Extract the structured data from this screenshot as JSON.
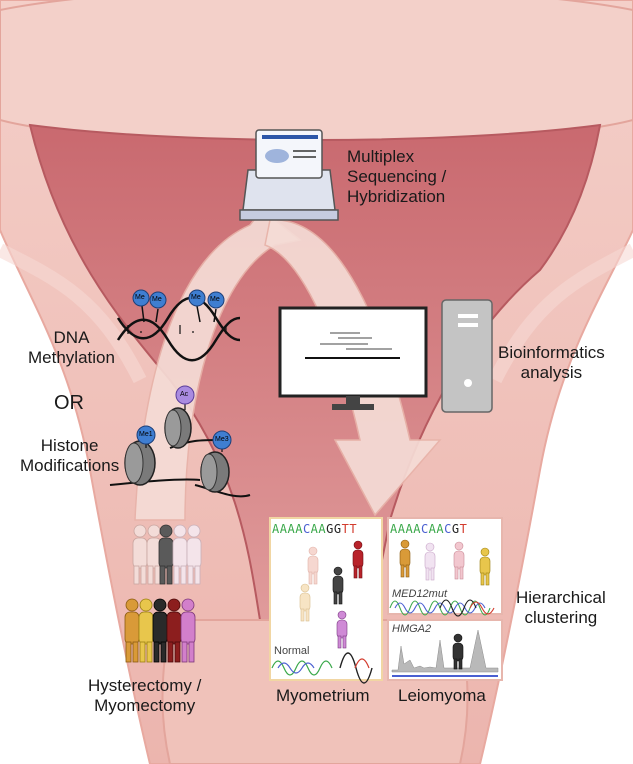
{
  "labels": {
    "sequencing": [
      "Multiplex",
      "Sequencing /",
      "Hybridization"
    ],
    "bioinformatics": [
      "Bioinformatics",
      "analysis"
    ],
    "dna_methylation": [
      "DNA",
      "Methylation"
    ],
    "or": "OR",
    "histone": [
      "Histone",
      "Modifications"
    ],
    "surgery": [
      "Hysterectomy /",
      "Myomectomy"
    ],
    "clustering": [
      "Hierarchical",
      "clustering"
    ],
    "myometrium": "Myometrium",
    "leiomyoma": "Leiomyoma",
    "normal": "Normal",
    "med12": "MED12mut",
    "hmga2": "HMGA2"
  },
  "marks": {
    "me": "Me",
    "ac": "Ac",
    "me1": "Me1",
    "me3": "Me3"
  },
  "sequences": {
    "myometrium": [
      "A",
      "A",
      "A",
      "A",
      "C",
      "A",
      "A",
      "G",
      "G",
      "T",
      "T"
    ],
    "leiomyoma": [
      "A",
      "A",
      "A",
      "A",
      "C",
      "A",
      "A",
      "C",
      "G",
      "T"
    ]
  },
  "colors": {
    "uterus_outer": "#f2c4bd",
    "uterus_inner": "#d9858a",
    "arrow": "#f4d6d0",
    "base_A": "#3aa84a",
    "base_C": "#4a5fd1",
    "base_G": "#222222",
    "base_T": "#d33c2e"
  }
}
